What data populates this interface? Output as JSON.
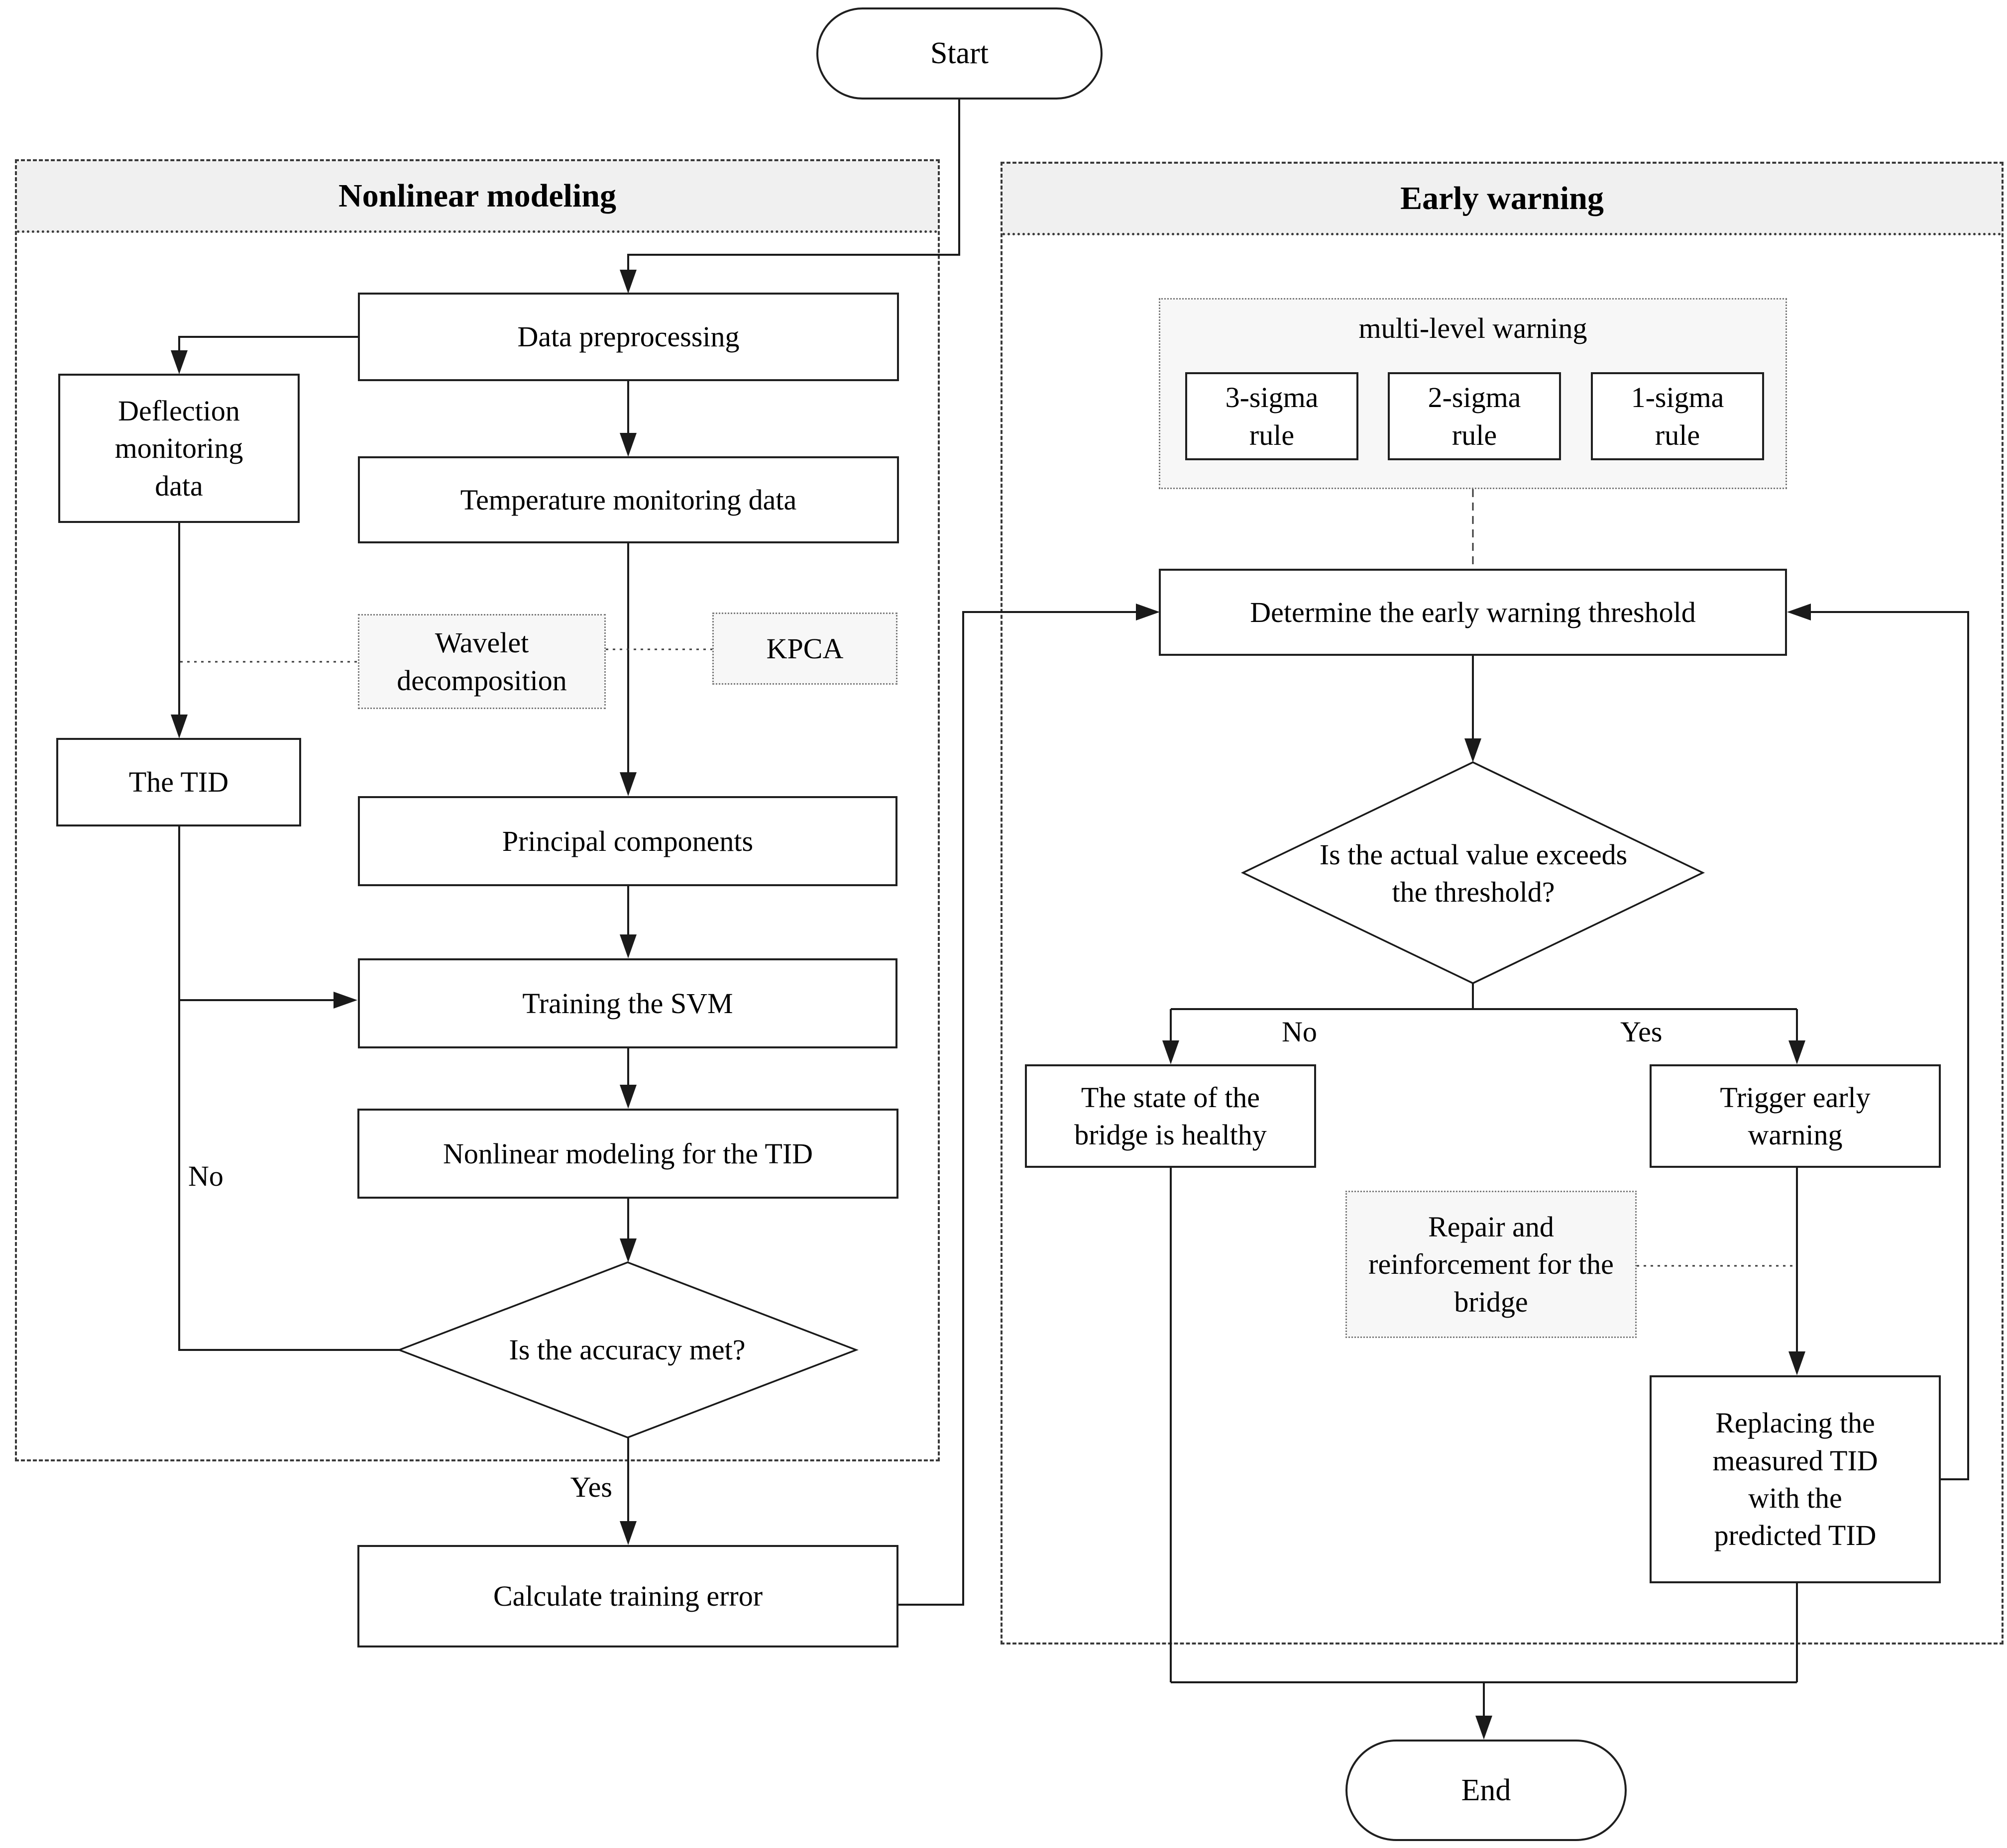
{
  "flowchart": {
    "start": "Start",
    "end": "End",
    "panels": {
      "nonlinear": {
        "title": "Nonlinear modeling"
      },
      "early": {
        "title": "Early warning"
      }
    },
    "nodes": {
      "data_preprocessing": "Data preprocessing",
      "deflection": "Deflection monitoring data",
      "temperature": "Temperature monitoring data",
      "wavelet": "Wavelet decomposition",
      "kpca": "KPCA",
      "tid": "The TID",
      "principal": "Principal components",
      "training": "Training the SVM",
      "nonlinear_tid": "Nonlinear modeling for the TID",
      "accuracy_check": "Is the accuracy met?",
      "calculate_error": "Calculate training error",
      "multi_level": "multi-level warning",
      "sigma_rules": [
        "3-sigma rule",
        "2-sigma rule",
        "1-sigma rule"
      ],
      "determine": "Determine the early warning threshold",
      "threshold_check": "Is the actual value exceeds the threshold?",
      "healthy": "The state of the bridge is healthy",
      "trigger": "Trigger early warning",
      "repair": "Repair and reinforcement for the bridge",
      "replacing": "Replacing the measured TID with the predicted TID"
    },
    "edge_labels": {
      "accuracy_no": "No",
      "accuracy_yes": "Yes",
      "threshold_no": "No",
      "threshold_yes": "Yes"
    },
    "colors": {
      "line": "#1a1a1a",
      "box_border": "#1f1f1f",
      "dotted_box_bg": "#f7f7f7",
      "titlebar_bg": "#f0f0f0",
      "background": "#ffffff"
    }
  }
}
